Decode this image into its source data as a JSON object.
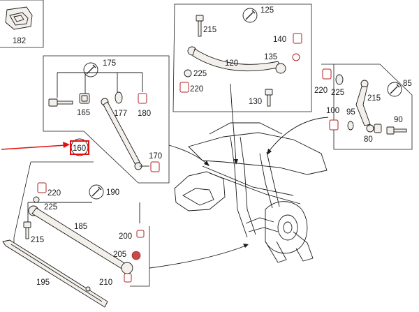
{
  "colors": {
    "line": "#1a1a1a",
    "highlight_arrow": "#e01010",
    "highlight_box": "#e01010",
    "part_red": "#c84a4a"
  },
  "highlight": {
    "label": "160"
  },
  "icons": [
    "wrench-icon"
  ],
  "panels": {
    "p182": {
      "label": "182"
    },
    "p175": {
      "title": "175",
      "labels": [
        "165",
        "177",
        "180",
        "160",
        "170"
      ]
    },
    "p125": {
      "title": "125",
      "labels": [
        "215",
        "140",
        "135",
        "120",
        "225",
        "220",
        "130"
      ]
    },
    "p85": {
      "title": "85",
      "labels": [
        "220",
        "225",
        "215",
        "100",
        "95",
        "90",
        "80"
      ]
    },
    "p190": {
      "title": "190",
      "labels": [
        "220",
        "225",
        "185",
        "215",
        "200",
        "205",
        "210",
        "195"
      ]
    }
  }
}
